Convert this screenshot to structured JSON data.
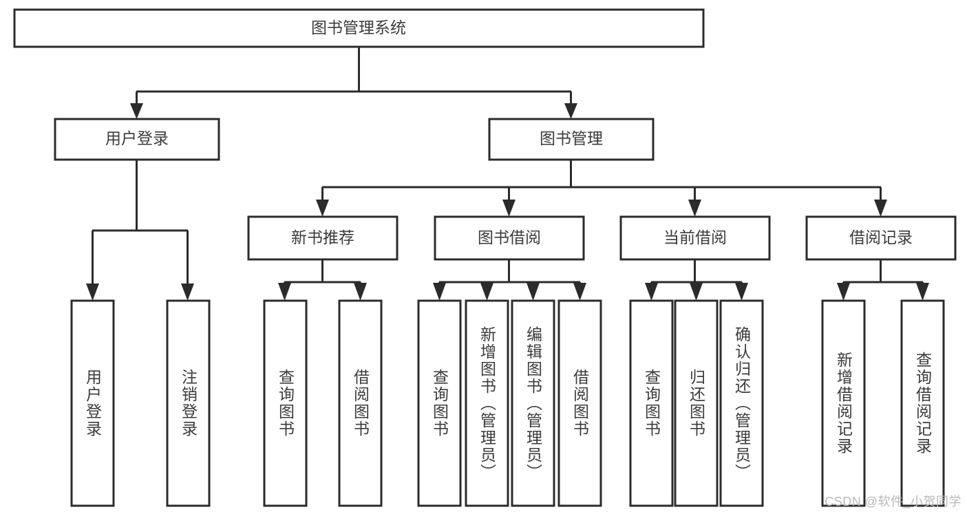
{
  "diagram": {
    "title": "图书管理系统",
    "watermark": "CSDN @软件_小贺同学",
    "colors": {
      "stroke": "#2b2b2b",
      "box_fill": "#ffffff",
      "text": "#3b3b3b",
      "watermark": "#b9b9b9",
      "background": "#ffffff"
    },
    "type": "tree",
    "levels": 3,
    "root": {
      "label": "图书管理系统",
      "children": [
        {
          "label": "用户登录",
          "children": [
            {
              "label": "用户登录"
            },
            {
              "label": "注销登录"
            }
          ]
        },
        {
          "label": "图书管理",
          "children": [
            {
              "label": "新书推荐",
              "children": [
                {
                  "label": "查询图书"
                },
                {
                  "label": "借阅图书"
                }
              ]
            },
            {
              "label": "图书借阅",
              "children": [
                {
                  "label": "查询图书"
                },
                {
                  "label": "新增图书（管理员）"
                },
                {
                  "label": "编辑图书（管理员）"
                },
                {
                  "label": "借阅图书"
                }
              ]
            },
            {
              "label": "当前借阅",
              "children": [
                {
                  "label": "查询图书"
                },
                {
                  "label": "归还图书"
                },
                {
                  "label": "确认归还（管理员）"
                }
              ]
            },
            {
              "label": "借阅记录",
              "children": [
                {
                  "label": "新增借阅记录"
                },
                {
                  "label": "查询借阅记录"
                }
              ]
            }
          ]
        }
      ]
    },
    "nodes": {
      "root_title": "图书管理系统",
      "l1_user_login": "用户登录",
      "l1_book_manage": "图书管理",
      "l2_new_book_rec": "新书推荐",
      "l2_book_borrow": "图书借阅",
      "l2_current_borrow": "当前借阅",
      "l2_borrow_record": "借阅记录",
      "l3_user_login": "用户登录",
      "l3_logout": "注销登录",
      "l3_rec_query_book": "查询图书",
      "l3_rec_borrow_book": "借阅图书",
      "l3_borrow_query_book": "查询图书",
      "l3_borrow_add_book": "新增图书（管理员）",
      "l3_borrow_edit_book": "编辑图书（管理员）",
      "l3_borrow_borrow_book": "借阅图书",
      "l3_cur_query_book": "查询图书",
      "l3_cur_return_book": "归还图书",
      "l3_cur_confirm_return": "确认归还（管理员）",
      "l3_rec_add_record": "新增借阅记录",
      "l3_rec_query_record": "查询借阅记录"
    }
  }
}
